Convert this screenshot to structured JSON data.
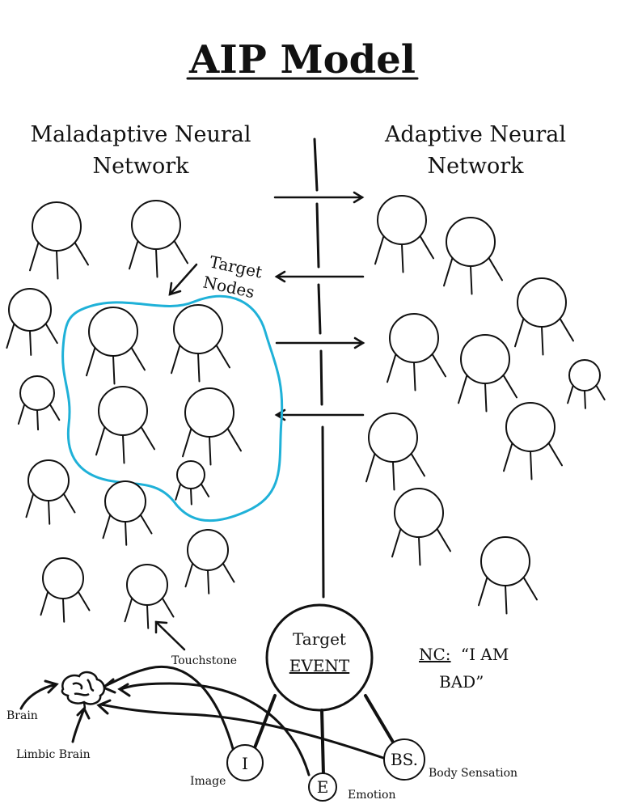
{
  "title": "AIP Model",
  "left_network": {
    "line1": "Maladaptive Neural",
    "line2": "Network"
  },
  "right_network": {
    "line1": "Adaptive Neural",
    "line2": "Network"
  },
  "target_nodes_label": {
    "line1": "Target",
    "line2": "Nodes"
  },
  "touchstone_label": "Touchstone",
  "target_event": {
    "line1": "Target",
    "line2": "EVENT"
  },
  "negative_cognition": {
    "prefix": "NC:",
    "line1_rest": "“I AM",
    "line2": "BAD”"
  },
  "brain_label": "Brain",
  "limbic_label": "Limbic Brain",
  "image_node": {
    "letter": "I",
    "label": "Image"
  },
  "emotion_node": {
    "letter": "E",
    "label": "Emotion"
  },
  "body_node": {
    "letter": "BS.",
    "label": "Body Sensation"
  },
  "colors": {
    "outline": "#111111",
    "highlight": "#1fb1d8",
    "background": "#ffffff"
  },
  "icons": [
    "brain-icon",
    "arrow-icon"
  ]
}
